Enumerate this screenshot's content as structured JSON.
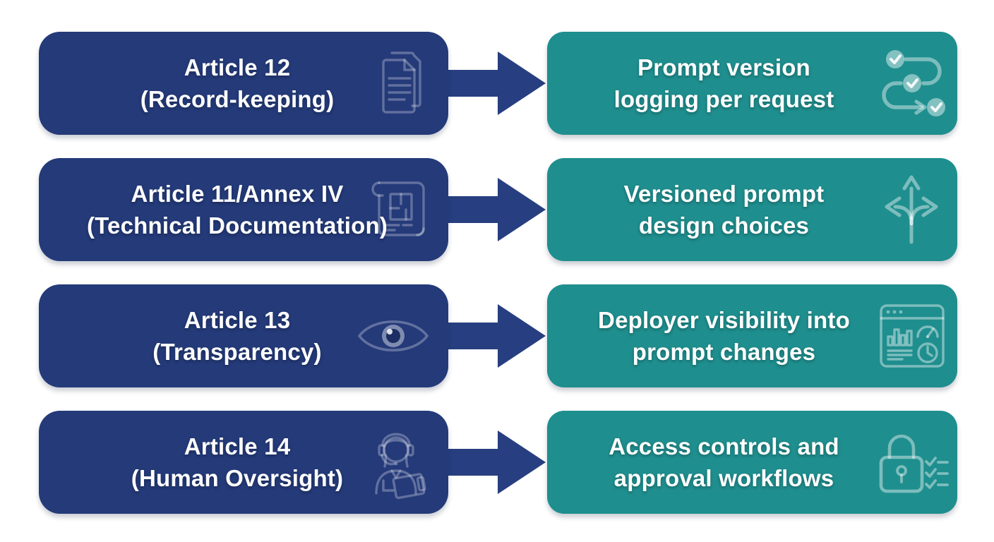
{
  "diagram": {
    "description": "EU AI Act articles mapped to prompt-governance controls",
    "colors": {
      "left_box": "#243a79",
      "right_box": "#1f8e8e",
      "arrow": "#273f80",
      "text": "#ffffff",
      "background": "#ffffff"
    },
    "rows": [
      {
        "left": {
          "line1": "Article 12",
          "line2": "(Record-keeping)",
          "icon": "documents-icon"
        },
        "right": {
          "line1": "Prompt version",
          "line2": "logging per request",
          "icon": "workflow-checks-icon"
        }
      },
      {
        "left": {
          "line1": "Article 11/Annex IV",
          "line2": "(Technical Documentation)",
          "icon": "blueprint-icon"
        },
        "right": {
          "line1": "Versioned prompt",
          "line2": "design choices",
          "icon": "branch-arrows-icon"
        }
      },
      {
        "left": {
          "line1": "Article 13",
          "line2": "(Transparency)",
          "icon": "eye-icon"
        },
        "right": {
          "line1": "Deployer visibility into",
          "line2": "prompt changes",
          "icon": "dashboard-icon"
        }
      },
      {
        "left": {
          "line1": "Article 14",
          "line2": "(Human Oversight)",
          "icon": "support-agent-icon"
        },
        "right": {
          "line1": "Access controls and",
          "line2": "approval workflows",
          "icon": "lock-checklist-icon"
        }
      }
    ]
  }
}
